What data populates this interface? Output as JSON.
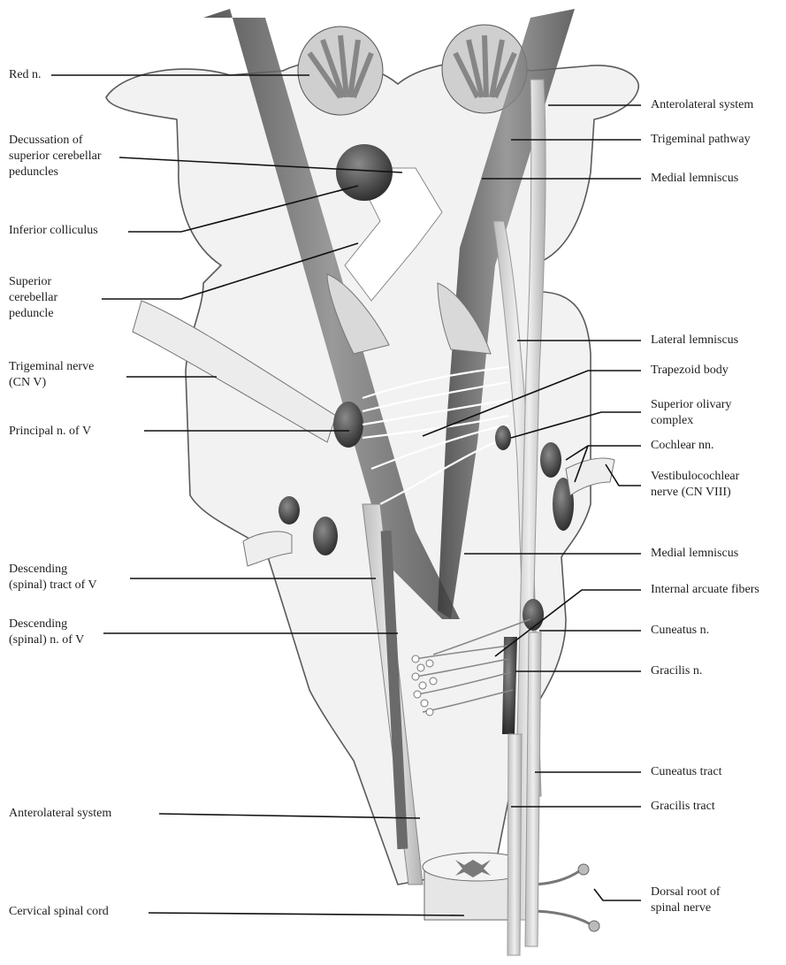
{
  "figure": {
    "left_labels": {
      "red_n": "Red n.",
      "decussation": "Decussation of\nsuperior cerebellar\npeduncles",
      "inferior_colliculus": "Inferior colliculus",
      "superior_cerebellar_peduncle": "Superior\ncerebellar\npeduncle",
      "trigeminal_nerve": "Trigeminal nerve\n(CN V)",
      "principal_n_v": "Principal n. of V",
      "descending_tract_v": "Descending\n(spinal) tract of V",
      "descending_n_v": "Descending\n(spinal) n. of V",
      "anterolateral_system_left": "Anterolateral system",
      "cervical_spinal_cord": "Cervical spinal cord"
    },
    "right_labels": {
      "anterolateral_system_right": "Anterolateral system",
      "trigeminal_pathway": "Trigeminal pathway",
      "medial_lemniscus_upper": "Medial lemniscus",
      "lateral_lemniscus": "Lateral lemniscus",
      "trapezoid_body": "Trapezoid body",
      "superior_olivary_complex": "Superior olivary\ncomplex",
      "cochlear_nn": "Cochlear nn.",
      "vestibulocochlear_nerve": "Vestibulocochlear\nnerve (CN VIII)",
      "medial_lemniscus_lower": "Medial lemniscus",
      "internal_arcuate_fibers": "Internal arcuate fibers",
      "cuneatus_n": "Cuneatus n.",
      "gracilis_n": "Gracilis n.",
      "cuneatus_tract": "Cuneatus tract",
      "gracilis_tract": "Gracilis tract",
      "dorsal_root": "Dorsal root of\nspinal nerve"
    }
  }
}
